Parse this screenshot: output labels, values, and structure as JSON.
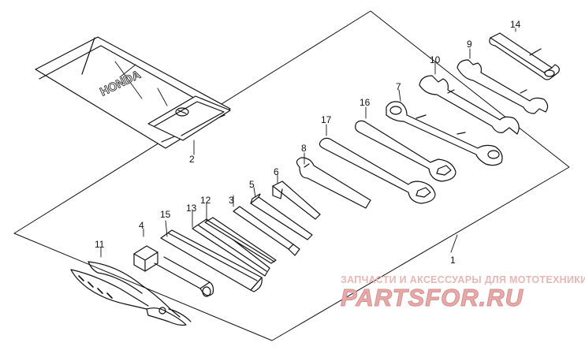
{
  "callouts": {
    "c1": "1",
    "c2": "2",
    "c3": "3",
    "c4": "4",
    "c5": "5",
    "c6": "6",
    "c7": "7",
    "c8": "8",
    "c9": "9",
    "c10": "10",
    "c11": "11",
    "c12": "12",
    "c13": "13",
    "c14": "14",
    "c15": "15",
    "c16": "16",
    "c17": "17"
  },
  "pouch_logo_text": "HONDA",
  "watermark": {
    "line1": "ЗАПЧАСТИ И АКСЕССУАРЫ ДЛЯ МОТОТЕХНИКИ",
    "line2": "PARTSFOR.RU"
  },
  "colors": {
    "ink": "#111111",
    "watermark": "#e8a9a9",
    "background": "#ffffff"
  }
}
